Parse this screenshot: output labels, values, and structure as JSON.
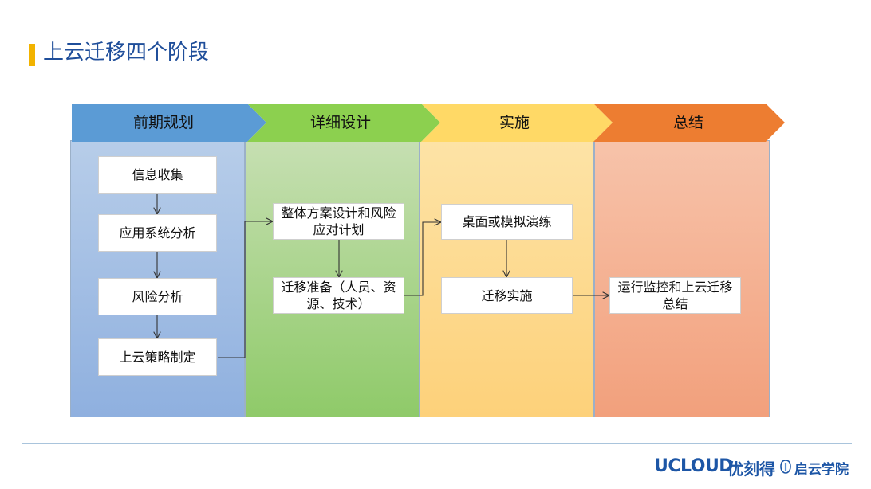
{
  "slide": {
    "title": "上云迁移四个阶段"
  },
  "phases": [
    {
      "label": "前期规划",
      "color": "#5b9bd5"
    },
    {
      "label": "详细设计",
      "color": "#8cd04f"
    },
    {
      "label": "实施",
      "color": "#ffd966"
    },
    {
      "label": "总结",
      "color": "#ed7d31"
    }
  ],
  "steps": {
    "planning": [
      "信息收集",
      "应用系统分析",
      "风险分析",
      "上云策略制定"
    ],
    "design": [
      "整体方案设计和风险应对计划",
      "迁移准备（人员、资源、技术）"
    ],
    "implementation": [
      "桌面或模拟演练",
      "迁移实施"
    ],
    "summary": [
      "运行监控和上云迁移总结"
    ]
  },
  "footer": {
    "brand_en": "UCLOUD",
    "brand_cn": "优刻得",
    "partner_logo_icon": "qiyun-logo-icon",
    "partner": "启云学院"
  }
}
